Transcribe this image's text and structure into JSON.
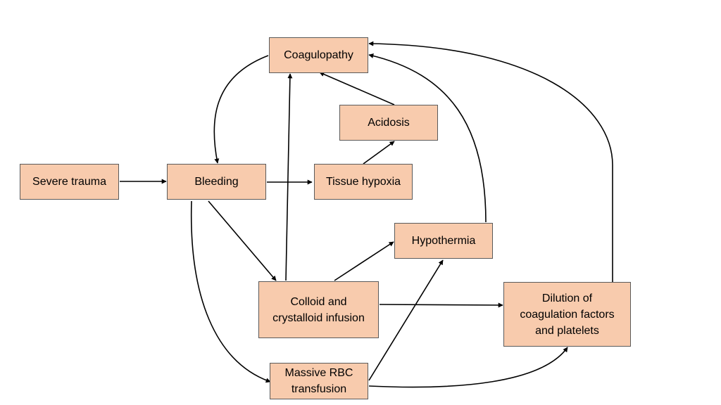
{
  "colors": {
    "node_fill": "#f8cbad",
    "node_border": "#5a5a5a",
    "edge": "#000000",
    "background": "#ffffff"
  },
  "nodes": {
    "coagulopathy": {
      "lines": [
        "Coagulopathy"
      ]
    },
    "acidosis": {
      "lines": [
        "Acidosis"
      ]
    },
    "severe_trauma": {
      "lines": [
        "Severe trauma"
      ]
    },
    "bleeding": {
      "lines": [
        "Bleeding"
      ]
    },
    "tissue_hypoxia": {
      "lines": [
        "Tissue hypoxia"
      ]
    },
    "hypothermia": {
      "lines": [
        "Hypothermia"
      ]
    },
    "colloid_infusion": {
      "lines": [
        "Colloid and",
        "crystalloid infusion"
      ]
    },
    "dilution": {
      "lines": [
        "Dilution of",
        "coagulation factors",
        "and platelets"
      ]
    },
    "massive_rbc": {
      "lines": [
        "Massive RBC",
        "transfusion"
      ]
    }
  },
  "edges": [
    {
      "from": "severe_trauma",
      "to": "bleeding"
    },
    {
      "from": "bleeding",
      "to": "tissue_hypoxia"
    },
    {
      "from": "tissue_hypoxia",
      "to": "acidosis"
    },
    {
      "from": "acidosis",
      "to": "coagulopathy"
    },
    {
      "from": "coagulopathy",
      "to": "bleeding"
    },
    {
      "from": "bleeding",
      "to": "colloid_infusion"
    },
    {
      "from": "bleeding",
      "to": "massive_rbc"
    },
    {
      "from": "colloid_infusion",
      "to": "coagulopathy"
    },
    {
      "from": "colloid_infusion",
      "to": "hypothermia"
    },
    {
      "from": "colloid_infusion",
      "to": "dilution"
    },
    {
      "from": "hypothermia",
      "to": "coagulopathy"
    },
    {
      "from": "massive_rbc",
      "to": "hypothermia"
    },
    {
      "from": "massive_rbc",
      "to": "dilution"
    },
    {
      "from": "dilution",
      "to": "coagulopathy"
    }
  ]
}
